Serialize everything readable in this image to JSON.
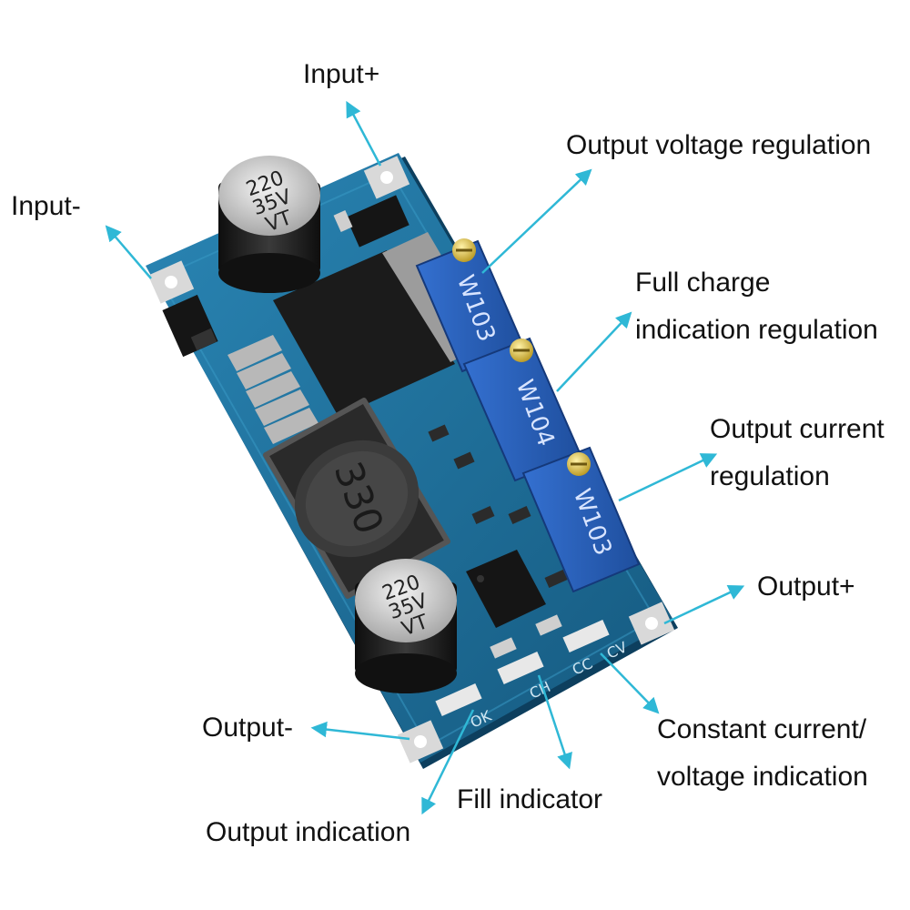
{
  "labels": {
    "input_plus": "Input+",
    "input_minus": "Input-",
    "output_voltage_regulation": "Output voltage regulation",
    "full_charge_line1": "Full charge",
    "full_charge_line2": "indication regulation",
    "output_current_line1": "Output current",
    "output_current_line2": "regulation",
    "output_plus": "Output+",
    "output_minus": "Output-",
    "constant_line1": "Constant current/",
    "constant_line2": "voltage indication",
    "fill_indicator": "Fill indicator",
    "output_indication": "Output indication"
  },
  "board": {
    "capacitor_top": [
      "220",
      "35V",
      "VT"
    ],
    "capacitor_bottom": [
      "220",
      "35V",
      "VT"
    ],
    "inductor": "330",
    "pot_1": "W103",
    "pot_2": "W104",
    "pot_3": "W103",
    "led_ok": "OK",
    "led_ch": "CH",
    "led_cc": "CC",
    "led_cv": "CV"
  },
  "colors": {
    "arrow": "#2fb8d6",
    "pcb": "#1c6b96",
    "pot": "#2a5fc0",
    "label_text": "#111111"
  }
}
